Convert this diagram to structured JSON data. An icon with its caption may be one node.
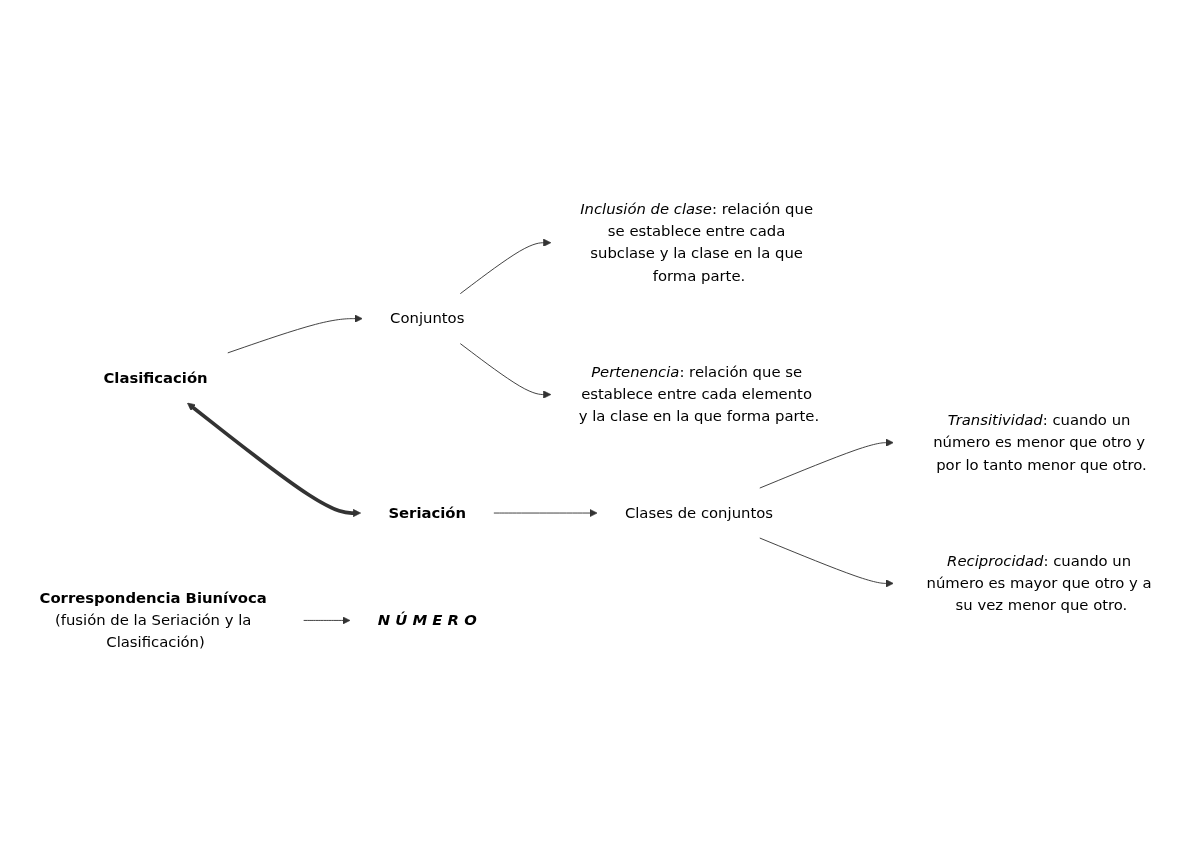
{
  "diagram": {
    "nodes": [
      {
        "text": [
          "Clasificación"
        ]
      },
      {
        "text": [
          "Conjuntos"
        ]
      },
      {
        "text": [
          "*Inclusión de clase*: relación que se establece entre cada subclase y la clase en la que forma parte."
        ]
      },
      {
        "text": [
          "*Pertenencia*: relación que se establece entre cada elemento y la clase en la que forma parte."
        ]
      },
      {
        "text": [
          "**Correspondencia Biunívoca** (fusión de la Seriación y la Clasificación)"
        ]
      },
      {
        "text": [
          "N Ú M E R O"
        ]
      },
      {
        "text": [
          "*Transitividad*: cuando un número es menor que otro y por lo tanto menor que otro."
        ]
      },
      {
        "text": [
          "Seriación"
        ]
      },
      {
        "text": [
          "Clases de conjuntos"
        ]
      },
      {
        "text": [
          "*Reciprocidad*: cuando un número es mayor que otro y a su vez menor que otro."
        ]
      }
    ],
    "edges": [
      {
        "from": 0,
        "to": 1,
        "arrow": "to"
      },
      {
        "from": 1,
        "to": 2,
        "arrow": "to"
      },
      {
        "from": 1,
        "to": 3,
        "arrow": "to"
      },
      {
        "from": 4,
        "to": 5,
        "arrow": "to"
      },
      {
        "from": 0,
        "to": 7,
        "arrow": "both",
        "style": "thick"
      },
      {
        "from": 7,
        "to": 8,
        "arrow": "to"
      },
      {
        "from": 8,
        "to": 6,
        "arrow": "to"
      },
      {
        "from": 8,
        "to": 9,
        "arrow": "to"
      }
    ]
  }
}
